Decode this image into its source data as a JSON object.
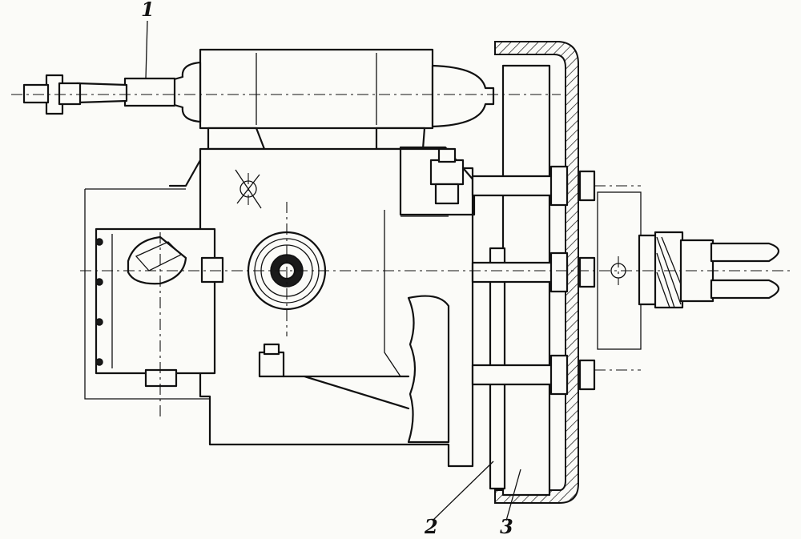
{
  "callouts": [
    {
      "id": "1",
      "text": "1"
    },
    {
      "id": "2",
      "text": "2"
    },
    {
      "id": "3",
      "text": "3"
    }
  ],
  "colors": {
    "ink": "#111111",
    "paper": "#fbfbf8"
  }
}
